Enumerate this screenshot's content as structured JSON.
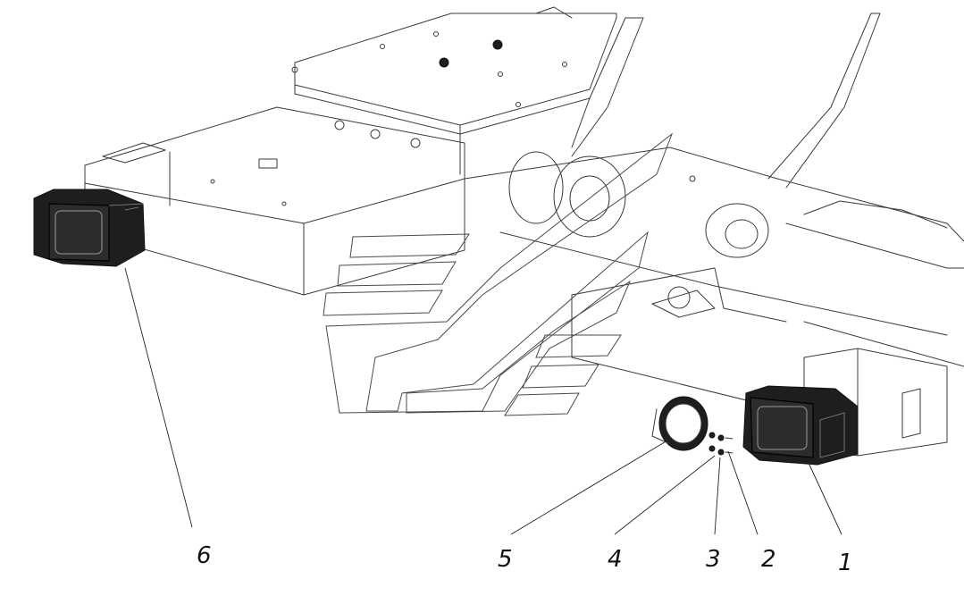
{
  "callouts": [
    {
      "id": "1",
      "label": "1"
    },
    {
      "id": "2",
      "label": "2"
    },
    {
      "id": "3",
      "label": "3"
    },
    {
      "id": "4",
      "label": "4"
    },
    {
      "id": "5",
      "label": "5"
    },
    {
      "id": "6",
      "label": "6"
    }
  ],
  "colors": {
    "line": "#3a3a3a",
    "part": "#1e1e1e",
    "background": "#ffffff"
  }
}
